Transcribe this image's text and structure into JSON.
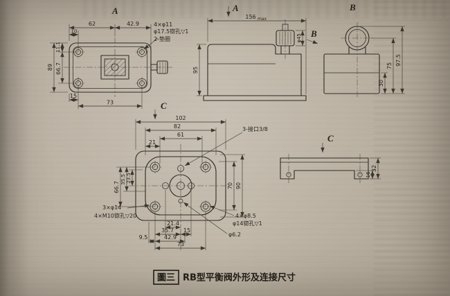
{
  "figure": {
    "label": "圖三",
    "title": "RB型平衡阀外形及连接尺寸"
  },
  "view_top": {
    "name": "A",
    "dims": {
      "width_left": "62",
      "width_right": "42.9",
      "offset_top": "10",
      "edge_offset": "11.1",
      "height_total": "89",
      "hole_spacing_v": "66.7",
      "offset_bottom": "15",
      "hole_spacing_h": "73"
    },
    "callouts": {
      "holes": "4×φ11",
      "spotface": "φ17.5锪孔▽1",
      "washers": "2-垫圈"
    }
  },
  "view_front": {
    "arrow_a": "A",
    "arrow_b": "B",
    "dims": {
      "overall": "156",
      "overall_suffix": "max",
      "body_height": "95",
      "knob_dia": "φ45"
    }
  },
  "view_side": {
    "name": "B",
    "dims": {
      "height_total": "97.5",
      "height_mid": "75",
      "height_base": "30"
    }
  },
  "view_bottom": {
    "name": "C",
    "dims": {
      "top_total": "102",
      "top_inner": "82",
      "top_center": "61",
      "top_left": "21",
      "left_holes": "66.7",
      "left_mid": "35.5",
      "left_small": "23.5",
      "right_inner": "70",
      "right_total": "90",
      "bottom_1": "21.4",
      "bottom_2": "35.7",
      "bottom_3": "15",
      "bottom_4": "9.5",
      "bottom_5": "42.9",
      "bottom_holes": "73"
    },
    "callouts": {
      "ports": "3-接口3/8",
      "holes_3": "3×φ14",
      "tapped": "4×M10锪孔▽20",
      "holes_4": "4×φ8.5",
      "spotface": "φ14锪孔▽1",
      "center_hole": "φ6.2"
    }
  },
  "view_section": {
    "name": "C",
    "dims": {
      "height_total": "32",
      "height_step": "16"
    }
  }
}
